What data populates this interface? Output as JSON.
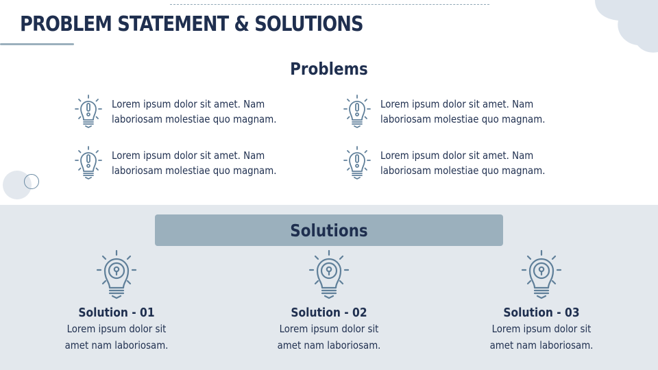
{
  "slide": {
    "title": "PROBLEM STATEMENT & SOLUTIONS",
    "colors": {
      "text": "#1f2f4f",
      "accent": "#9bb0bd",
      "icon": "#5f7f99",
      "band": "#e3e8ed",
      "cloud": "#dde4ec"
    }
  },
  "problems": {
    "heading": "Problems",
    "icon": "lightbulb-exclamation-icon",
    "items": [
      {
        "line1": "Lorem ipsum dolor sit amet. Nam",
        "line2": "laboriosam molestiae quo magnam."
      },
      {
        "line1": "Lorem ipsum dolor sit amet. Nam",
        "line2": "laboriosam molestiae quo magnam."
      },
      {
        "line1": "Lorem ipsum dolor sit amet. Nam",
        "line2": "laboriosam molestiae quo magnam."
      },
      {
        "line1": "Lorem ipsum dolor sit amet. Nam",
        "line2": "laboriosam molestiae quo magnam."
      }
    ]
  },
  "solutions": {
    "heading": "Solutions",
    "icon": "lightbulb-keyhole-icon",
    "items": [
      {
        "title": "Solution - 01",
        "line1": "Lorem ipsum dolor sit",
        "line2": "amet nam laboriosam."
      },
      {
        "title": "Solution - 02",
        "line1": "Lorem ipsum dolor sit",
        "line2": "amet nam laboriosam."
      },
      {
        "title": "Solution - 03",
        "line1": "Lorem ipsum dolor sit",
        "line2": "amet nam laboriosam."
      }
    ]
  }
}
